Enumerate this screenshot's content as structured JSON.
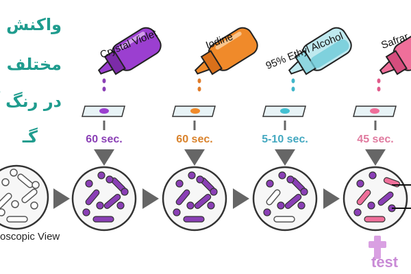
{
  "persian_lines": [
    "واکنش",
    "مختلف",
    "در رنگ آ",
    "گـ"
  ],
  "reagents": [
    {
      "name": "Crystal Violet",
      "time": "60 sec.",
      "color": "#8a3fb5",
      "time_color": "#8a3fb5",
      "bottle": "#9b3fd0"
    },
    {
      "name": "Iodine",
      "time": "60 sec.",
      "color": "#e07b2a",
      "time_color": "#d9822b",
      "bottle": "#f08a2a"
    },
    {
      "name": "95% Ethyl Alcohol",
      "time": "5-10 sec.",
      "color": "#3fb5c9",
      "time_color": "#43a8c0",
      "bottle": "#8fd6e0"
    },
    {
      "name": "Safrar",
      "time": "45 sec.",
      "color": "#e05a8a",
      "time_color": "#e07a9f",
      "bottle": "#ef6f9a"
    }
  ],
  "microscopic_label": "oscopic View",
  "watermark": {
    "letters": "test",
    "icon": "cross-logo-icon",
    "color": "#c98ad6"
  }
}
